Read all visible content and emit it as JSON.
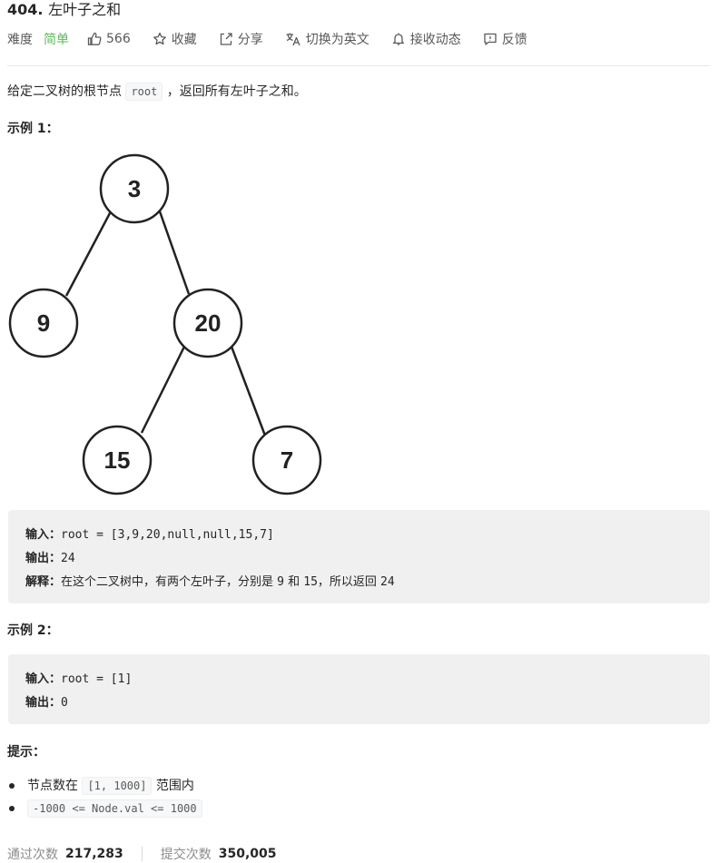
{
  "problem": {
    "number": "404.",
    "title": "左叶子之和"
  },
  "meta": {
    "difficulty_label": "难度",
    "difficulty": "简单",
    "likes": "566",
    "favorite": "收藏",
    "share": "分享",
    "translate": "切换为英文",
    "subscribe": "接收动态",
    "feedback": "反馈",
    "icons": [
      "thumbs-up-icon",
      "star-icon",
      "share-icon",
      "translate-icon",
      "bell-icon",
      "feedback-icon"
    ]
  },
  "description": {
    "before": "给定二叉树的根节点 ",
    "code": "root",
    "after": " ，返回所有左叶子之和。"
  },
  "example1": {
    "heading": "示例 1：",
    "tree_nodes": [
      "3",
      "9",
      "20",
      "15",
      "7"
    ],
    "input_label": "输入：",
    "input": "root = [3,9,20,null,null,15,7]",
    "output_label": "输出：",
    "output": "24",
    "explain_label": "解释：",
    "explain_a": "在这个二叉树中，有两个左叶子，分别是 ",
    "explain_n1": "9",
    "explain_b": " 和 ",
    "explain_n2": "15",
    "explain_c": "，所以返回 ",
    "explain_n3": "24"
  },
  "example2": {
    "heading": "示例 2：",
    "input_label": "输入：",
    "input": "root = [1]",
    "output_label": "输出：",
    "output": "0"
  },
  "tips": {
    "heading": "提示：",
    "item1_before": "节点数在 ",
    "item1_code": "[1, 1000]",
    "item1_after": " 范围内",
    "item2_code": "-1000 <= Node.val <= 1000"
  },
  "stats": {
    "accepted_label": "通过次数",
    "accepted": "217,283",
    "submitted_label": "提交次数",
    "submitted": "350,005"
  }
}
